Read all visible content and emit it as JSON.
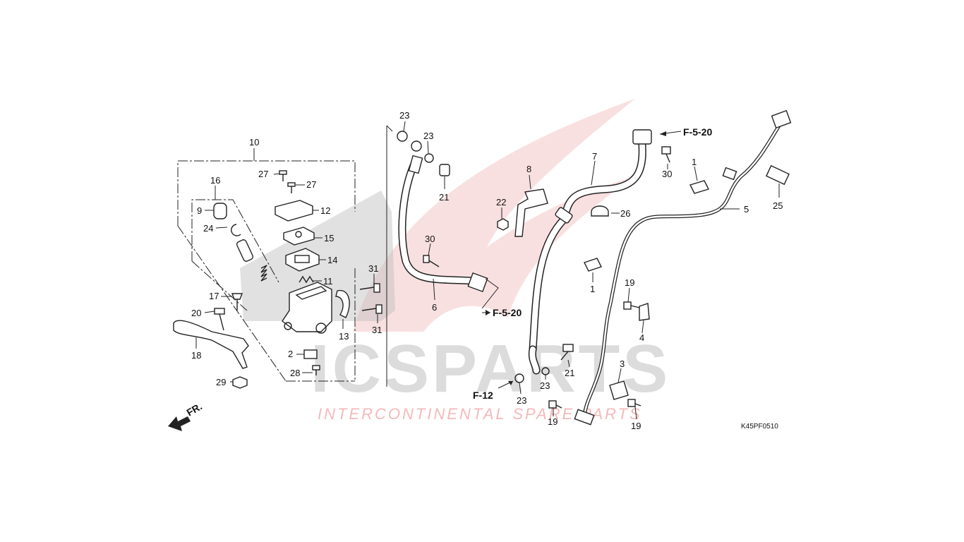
{
  "diagram": {
    "code": "K45PF0510",
    "front_marker": "FR.",
    "refs": {
      "f520_top": "F-5-20",
      "f520_mid": "F-5-20",
      "f12": "F-12"
    },
    "watermark": {
      "logo": "ICSPARTS",
      "tagline": "INTERCONTINENTAL SPARE PARTS"
    },
    "callouts": {
      "n10": "10",
      "n16": "16",
      "n27a": "27",
      "n27b": "27",
      "n12": "12",
      "n9": "9",
      "n24": "24",
      "n15": "15",
      "n14": "14",
      "n11": "11",
      "n17": "17",
      "n20": "20",
      "n13": "13",
      "n18": "18",
      "n2": "2",
      "n28": "28",
      "n29": "29",
      "n23a": "23",
      "n23b": "23",
      "n21a": "21",
      "n30a": "30",
      "n31a": "31",
      "n31b": "31",
      "n6": "6",
      "n8": "8",
      "n22": "22",
      "n7": "7",
      "n26": "26",
      "n1a": "1",
      "n1b": "1",
      "n30b": "30",
      "n5": "5",
      "n25": "25",
      "n19a": "19",
      "n4": "4",
      "n21b": "21",
      "n23c": "23",
      "n23d": "23",
      "n3": "3",
      "n19b": "19",
      "n19c": "19"
    }
  }
}
